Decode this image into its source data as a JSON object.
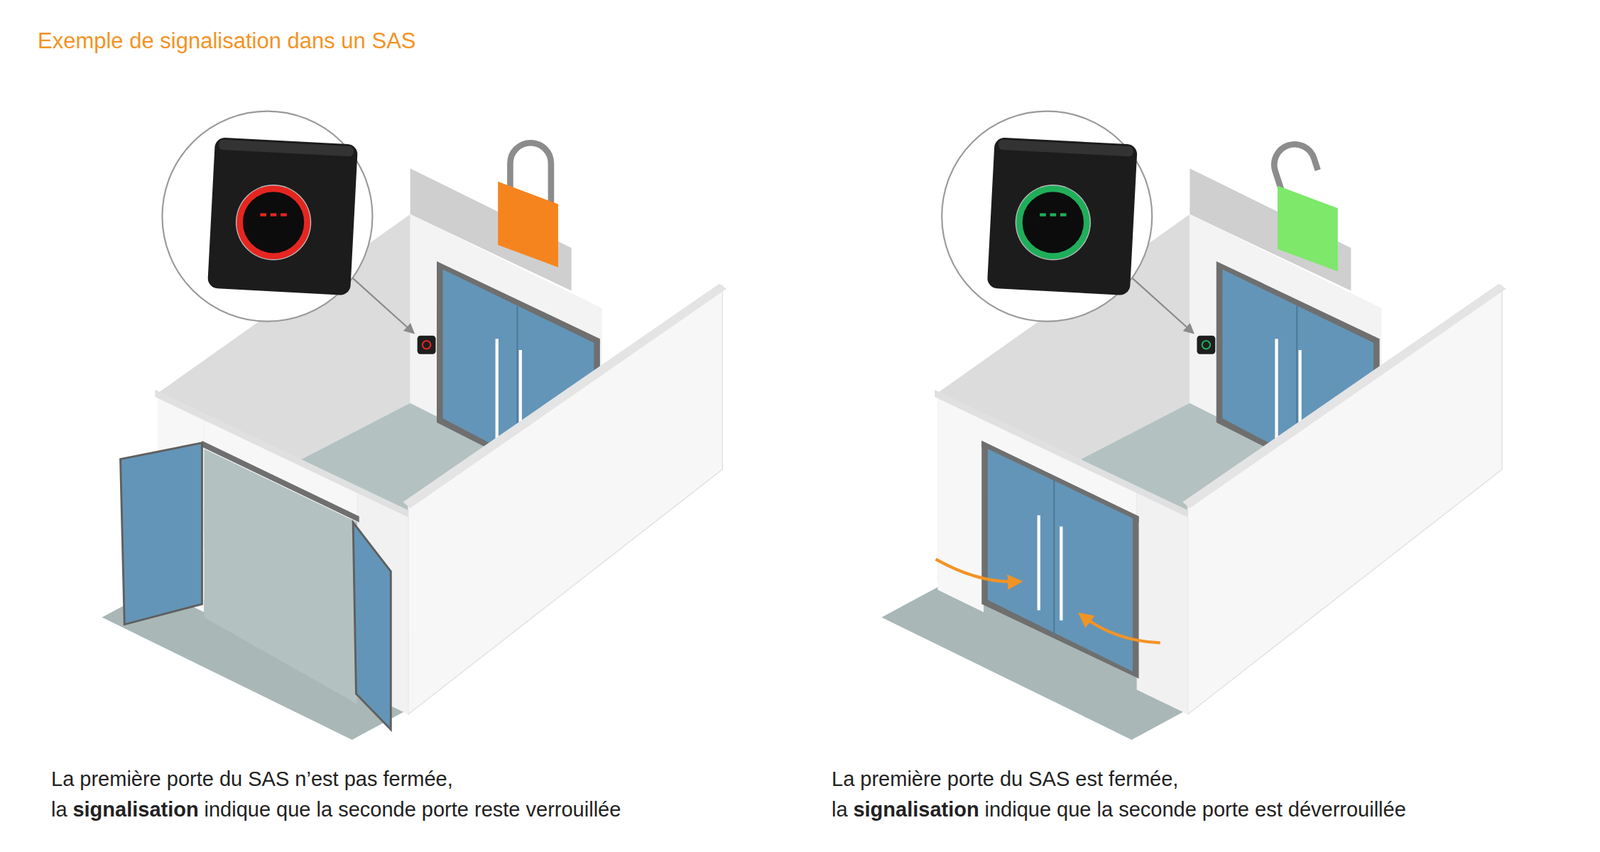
{
  "diagram": {
    "title": "Exemple de signalisation dans un SAS",
    "labels": [
      "La première porte du SAS n’est pas fermée,",
      "la",
      "signalisation",
      "indique que la seconde porte reste verrouillée",
      "La première porte du SAS est fermée,",
      "la",
      "signalisation",
      "indique que la seconde porte est déverrouillée"
    ]
  }
}
